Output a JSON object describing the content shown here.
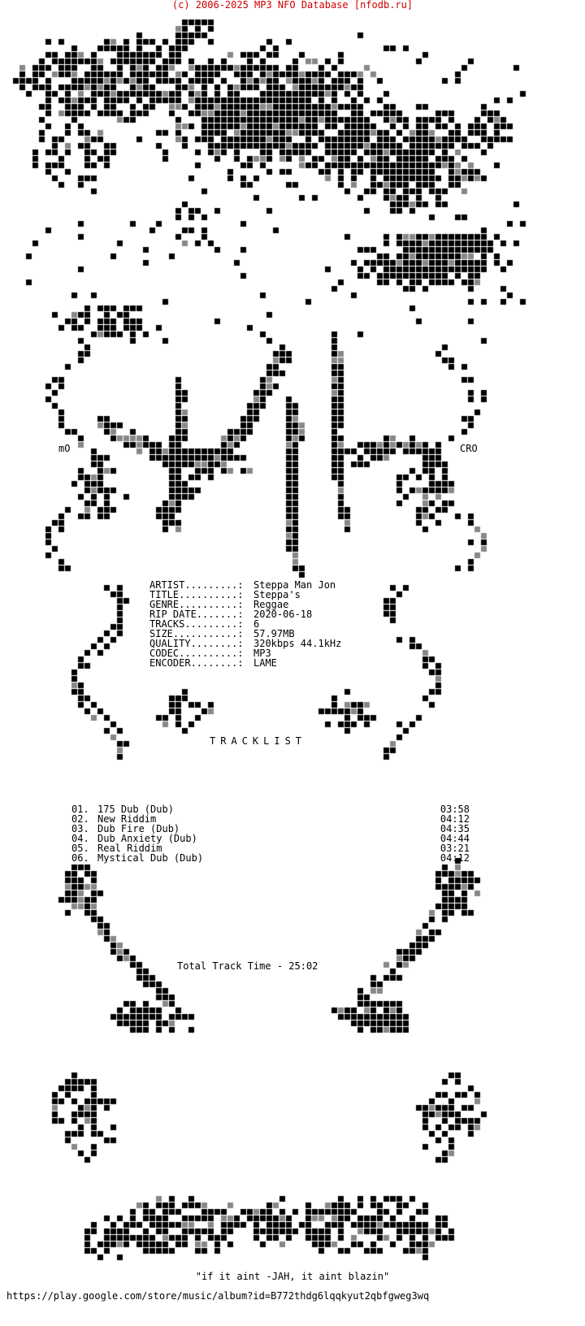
{
  "copyright": "(c) 2006-2025 MP3 NFO Database [nfodb.ru]",
  "colors": {
    "copyright": "#cc0000",
    "text": "#000000",
    "background": "#ffffff"
  },
  "artwork": {
    "icon": "ascii-art-jah-ornament"
  },
  "tags": {
    "left": "mO",
    "right": "CRO"
  },
  "info": [
    {
      "key": "ARTIST.........:",
      "value": "Steppa Man Jon"
    },
    {
      "key": "TITLE..........:",
      "value": "Steppa's"
    },
    {
      "key": "GENRE..........:",
      "value": "Reggae"
    },
    {
      "key": "RIP DATE.......:",
      "value": "2020-06-18"
    },
    {
      "key": "TRACKS.........:",
      "value": "6"
    },
    {
      "key": "SIZE...........:",
      "value": "57.97MB"
    },
    {
      "key": "QUALITY........:",
      "value": "320kbps 44.1kHz"
    },
    {
      "key": "CODEC..........:",
      "value": "MP3"
    },
    {
      "key": "ENCODER........:",
      "value": "LAME"
    }
  ],
  "tracklist_heading": "TRACKLIST",
  "tracks": [
    {
      "num": "01.",
      "title": "175 Dub (Dub)",
      "time": "03:58"
    },
    {
      "num": "02.",
      "title": "New Riddim",
      "time": "04:12"
    },
    {
      "num": "03.",
      "title": "Dub Fire (Dub)",
      "time": "04:35"
    },
    {
      "num": "04.",
      "title": "Dub Anxiety (Dub)",
      "time": "04:44"
    },
    {
      "num": "05.",
      "title": "Real Riddim",
      "time": "03:21"
    },
    {
      "num": "06.",
      "title": "Mystical Dub (Dub)",
      "time": "04:12"
    }
  ],
  "total_track_time": "Total Track Time - 25:02",
  "quote": "\"if it aint -JAH, it aint blazin\"",
  "link": "https://play.google.com/store/music/album?id=B772thdg6lqqkyut2qbfgweg3wq"
}
